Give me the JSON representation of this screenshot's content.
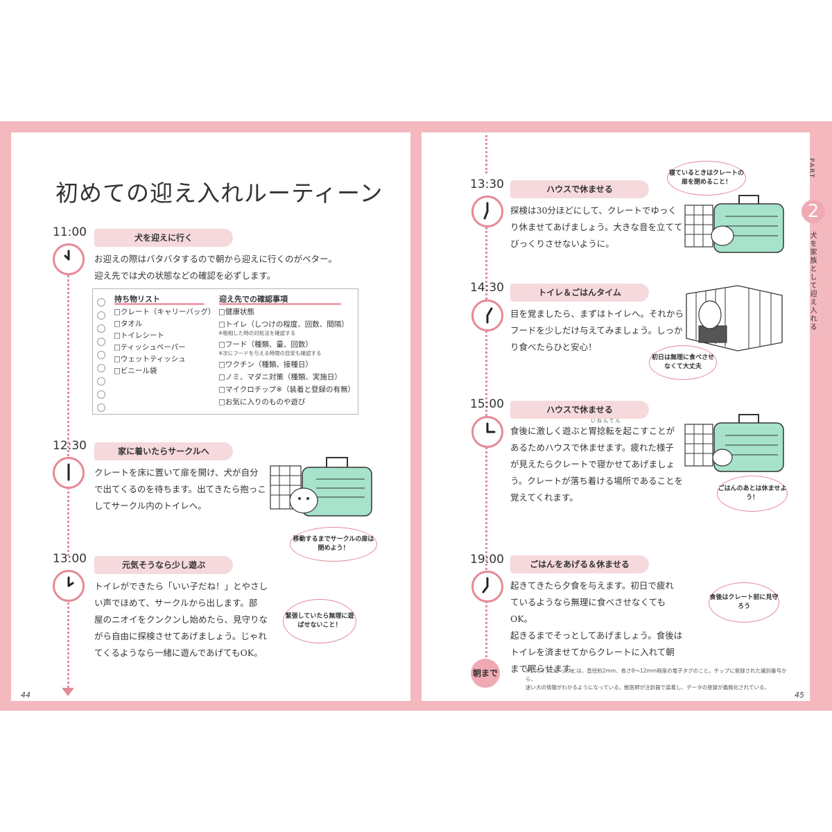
{
  "title": "初めての迎え入れルーティーン",
  "left_sections": [
    {
      "time": "11:00",
      "heading": "犬を迎えに行く",
      "lines": [
        "お迎えの際はバタバタするので朝から迎えに行くのがベター。",
        "迎え先では犬の状態などの確認を必ずします。"
      ]
    },
    {
      "time": "12:30",
      "heading": "家に着いたらサークルへ",
      "lines": [
        "クレートを床に置いて扉を開け、犬が自分",
        "で出てくるのを待ちます。出てきたら抱っこ",
        "してサークル内のトイレへ。"
      ]
    },
    {
      "time": "13:00",
      "heading": "元気そうなら少し遊ぶ",
      "lines": [
        "トイレができたら「いい子だね！」とやさし",
        "い声でほめて、サークルから出します。部",
        "屋のニオイをクンクンし始めたら、見守りな",
        "がら自由に探検させてあげましょう。じゃれ",
        "てくるようなら一緒に遊んであげてもOK。"
      ]
    }
  ],
  "checklist": {
    "col1_heading": "持ち物リスト",
    "col1_items": [
      "□クレート（キャリーバッグ）",
      "□タオル",
      "□トイレシート",
      "□ティッシュペーパー",
      "□ウェットティッシュ",
      "□ビニール袋"
    ],
    "col2_heading": "迎え先での確認事項",
    "col2_items": [
      {
        "text": "□健康状態",
        "sub": ""
      },
      {
        "text": "□トイレ（しつけの程度、回数、間隔）",
        "sub": "※粗相した時の対処法を確認する"
      },
      {
        "text": "□フード（種類、量、回数）",
        "sub": "※次にフードを与える時間の目安も確認する"
      },
      {
        "text": "□ワクチン（種類、接種日）",
        "sub": ""
      },
      {
        "text": "□ノミ、マダニ対策（種類、実施日）",
        "sub": ""
      },
      {
        "text": "□マイクロチップ※（装着と登録の有無）",
        "sub": ""
      },
      {
        "text": "□お気に入りのものや遊び",
        "sub": ""
      }
    ]
  },
  "left_bubbles": [
    "移動するまでサークルの扉は閉めよう！",
    "緊張していたら無理に遊ばせないこと！"
  ],
  "right_sections": [
    {
      "time": "13:30",
      "heading": "ハウスで休ませる",
      "lines": [
        "探検は30分ほどにして、クレートでゆっく",
        "り休ませてあげましょう。大きな音を立てて",
        "びっくりさせないように。"
      ]
    },
    {
      "time": "14:30",
      "heading": "トイレ＆ごはんタイム",
      "lines": [
        "目を覚ましたら、まずはトイレへ。それから",
        "フードを少しだけ与えてみましょう。しっか",
        "り食べたらひと安心！"
      ]
    },
    {
      "time": "15:00",
      "heading": "ハウスで休ませる",
      "lines": [
        "食後に激しく遊ぶと胃捻転を起こすことが",
        "あるためハウスで休ませます。疲れた様子",
        "が見えたらクレートで寝かせてあげましょ",
        "う。クレートが落ち着ける場所であることを",
        "覚えてくれます。"
      ]
    },
    {
      "time": "19:00",
      "heading": "ごはんをあげる＆休ませる",
      "lines": [
        "起きてきたら夕食を与えます。初日で疲れ",
        "ているようなら無理に食べさせなくてもOK。",
        "起きるまでそっとしてあげましょう。食後は",
        "トイレを済ませてからクレートに入れて朝",
        "まで眠らせます。"
      ]
    }
  ],
  "right_bubbles": [
    "寝ているときはクレートの扉を閉めること！",
    "初日は無理に食べさせなくて大丈夫",
    "ごはんのあとは休ませよう！",
    "食後はクレート前に見守ろう"
  ],
  "asa_label": "朝まで",
  "furigana": "いねんてん",
  "footnote": [
    "※1 マイクロチップとは、直径約2mm、長さ8〜12mm程度の電子タグのこと。チップに登録された識別番号から、",
    "迷い犬の情報がわかるようになっている。獣医師が注射器で装着し、データの登録が義務化されている。"
  ],
  "tab": {
    "part": "PART",
    "number": "2",
    "text": "犬を家族として迎え入れる"
  },
  "page_left": "44",
  "page_right": "45"
}
